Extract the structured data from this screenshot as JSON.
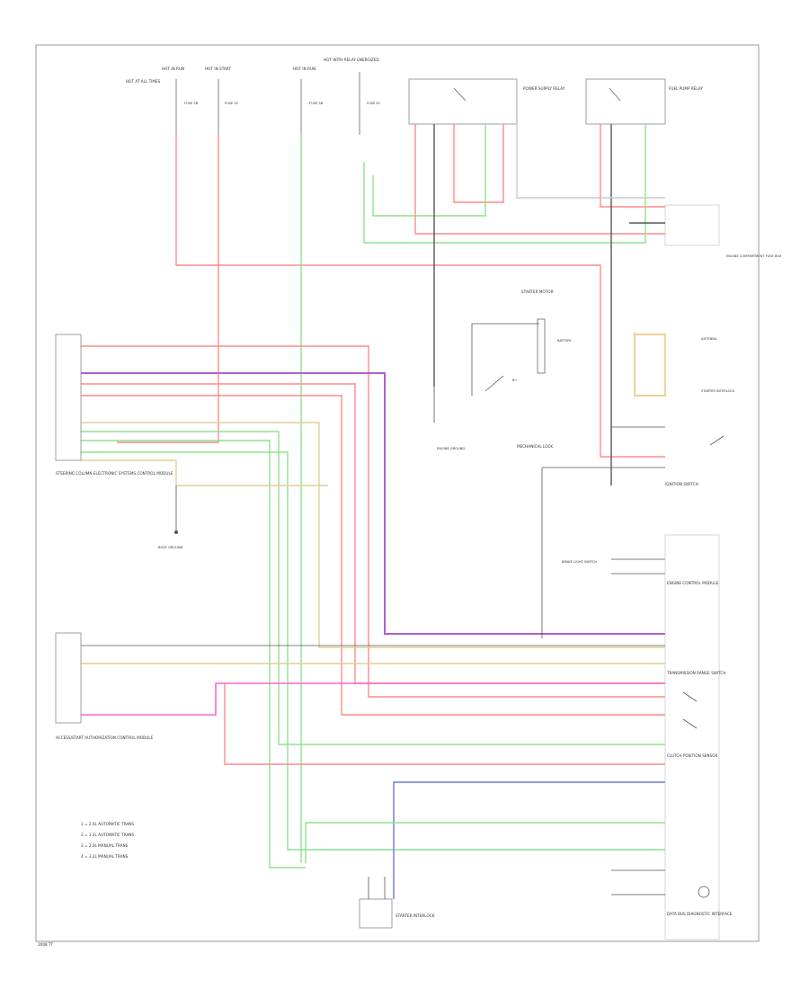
{
  "labels": {
    "hot_at_all_times": "HOT AT ALL TIMES",
    "hot_in_run": "HOT IN RUN",
    "hot_in_start": "HOT IN START",
    "hot_with_relay_energized": "HOT WITH RELAY ENERGIZED",
    "fuse_sb": "FUSE SB",
    "fuse_sc": "FUSE SC",
    "power_supply_relay": "POWER SUPPLY RELAY",
    "fuel_pump_relay": "FUEL PUMP RELAY",
    "engine_compartment_fuse_box": "ENGINE COMPARTMENT FUSE BOX",
    "starter_motor": "STARTER MOTOR",
    "battery": "BATTERY",
    "b_terminal": "B+",
    "mechanical_lock": "MECHANICAL LOCK",
    "ignition_switch": "IGNITION SWITCH",
    "engine_ground": "ENGINE GROUND",
    "body_ground": "BODY GROUND",
    "steering_column_module": "STEERING COLUMN ELECTRONIC SYSTEMS CONTROL MODULE",
    "keyless_access_module": "ACCESS/START AUTHORIZATION CONTROL MODULE",
    "brake_light_switch": "BRAKE LIGHT SWITCH",
    "clutch_switch": "CLUTCH POSITION SENSOR",
    "transmission_range": "TRANSMISSION RANGE SWITCH",
    "starter_interlock": "STARTER INTERLOCK",
    "ecm": "ENGINE CONTROL MODULE",
    "data_bus": "DATA BUS DIAGNOSTIC INTERFACE",
    "antenna": "ANTENNA",
    "footer": "2008 TT"
  },
  "legend": [
    "1 = 2.0L AUTOMATIC TRANS",
    "2 = 3.2L AUTOMATIC TRANS",
    "3 = 2.0L MANUAL TRANS",
    "4 = 3.2L MANUAL TRANS"
  ],
  "wire_colors": {
    "red": "#ff8a8a",
    "green": "#8fe08f",
    "violet": "#b060d0",
    "tan": "#e0cf9a",
    "orange": "#e8c070",
    "brown": "#8a6a3a",
    "black": "#555555",
    "blue": "#6a7ae0",
    "gray": "#bbbbbb",
    "magenta": "#ff66cc"
  }
}
